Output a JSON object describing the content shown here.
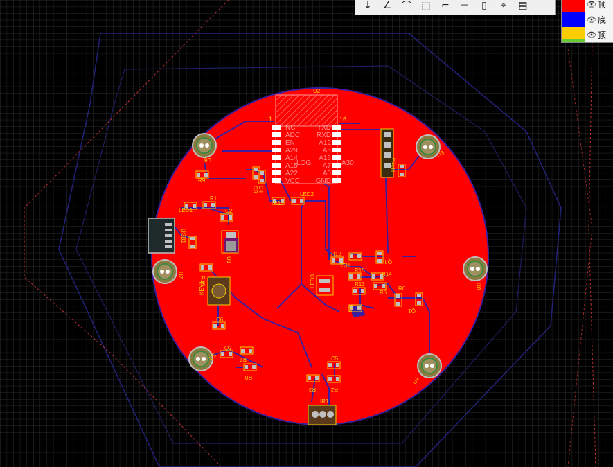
{
  "colors": {
    "background": "#000000",
    "grid": "#3a3a3a",
    "board": "#ff0000",
    "board_outline": "#3a1ea0",
    "silk": "#ffcc00",
    "track": "#3a1ea0",
    "keepout": "#cc3333",
    "outline_hex": "#1e1e6e",
    "pad": "#c0c0c0",
    "module_text": "#ffffff"
  },
  "toolbar": {
    "tools": [
      "line-tool",
      "angle-tool",
      "arc-tool",
      "rect-tool",
      "polygon-tool",
      "dimension-tool",
      "pad-tool",
      "via-tool",
      "table-tool"
    ]
  },
  "layers_panel": {
    "rows": [
      {
        "color": "#ff0000",
        "label": "顶"
      },
      {
        "color": "#0000ff",
        "label": "底"
      },
      {
        "color": "#ffcc00",
        "label": "顶"
      }
    ]
  },
  "pcb": {
    "labels": {
      "U2": "U2",
      "U3": "U3",
      "U4": "U4",
      "U5": "U5",
      "U6": "U6",
      "U7": "U7",
      "U8": "U8",
      "H1": "H1",
      "R1": "R1",
      "R2": "R2",
      "R3": "R3",
      "R4": "R4",
      "R5": "R5",
      "R6": "R6",
      "R7": "R7",
      "R8": "R8",
      "R9": "R9",
      "R10": "R10",
      "R11": "R11",
      "R12": "R12",
      "R13": "R13",
      "R14": "R14",
      "R15": "R15",
      "R16": "R16",
      "C2": "C2",
      "C3": "C3",
      "C4": "C4",
      "C5": "C5",
      "C6": "C6",
      "LED1": "LED1",
      "LED2": "LED2",
      "LED3": "LED3",
      "Q1": "Q1",
      "Q2": "Q2",
      "Q3": "Q3",
      "Q4": "Q4",
      "U1": "U1",
      "USB1": "USB1",
      "KEY1": "KEY1",
      "IR1": "IR1",
      "pin1": "1",
      "pin16": "16"
    },
    "module_left_pins": [
      "NC",
      "ADC",
      "EN",
      "A29",
      "A14",
      "A15",
      "A22",
      "VCC"
    ],
    "module_right_pins": [
      "TXD",
      "RXD",
      "A12",
      "A5",
      "A16",
      "A7",
      "A0",
      "GND"
    ],
    "module_bottom_text": "LOG",
    "module_a30": "A30"
  }
}
